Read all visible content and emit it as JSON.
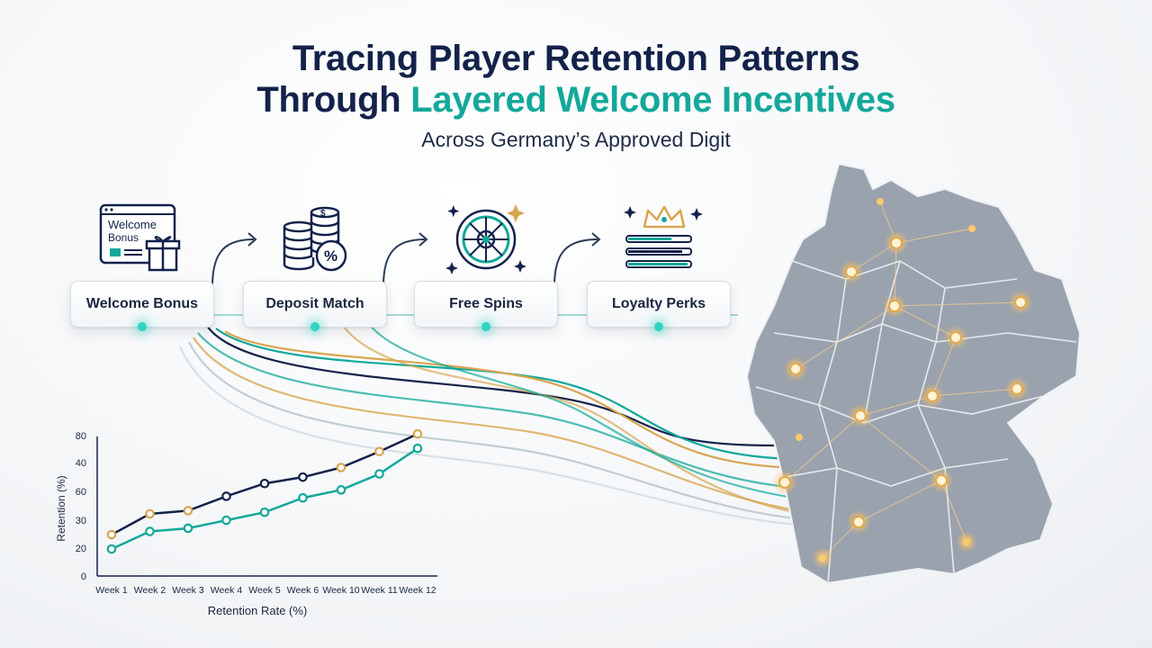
{
  "header": {
    "title_line1": "Tracing Player Retention Patterns",
    "title_line2_prefix": "Through",
    "title_line2_accent": "Layered Welcome Incentives",
    "subtitle": "Across Germany’s Approved Digit"
  },
  "stages": [
    {
      "label": "Welcome Bonus",
      "icon": "welcome-bonus-icon",
      "icon_text_1": "Welcome",
      "icon_text_2": "Bonus"
    },
    {
      "label": "Deposit Match",
      "icon": "coin-stack-icon",
      "icon_text_1": "$",
      "icon_text_2": "%"
    },
    {
      "label": "Free Spins",
      "icon": "roulette-wheel-icon"
    },
    {
      "label": "Loyalty Perks",
      "icon": "crown-progress-icon"
    }
  ],
  "colors": {
    "navy": "#13224a",
    "teal": "#13a89a",
    "gold": "#d9a551",
    "map_fill": "#9aa2ae",
    "glow": "#2fd3c2"
  },
  "chart_data": {
    "type": "line",
    "categories": [
      "Week 1",
      "Week 2",
      "Week 3",
      "Week 4",
      "Week 5",
      "Week 6",
      "Week 10",
      "Week 11",
      "Week 12"
    ],
    "y_ticks": [
      "0",
      "20",
      "30",
      "60",
      "40",
      "80"
    ],
    "ylabel": "Retention (%)",
    "xlabel": "Retention Rate (%)",
    "ylim": [
      0,
      80
    ],
    "grid": false,
    "series": [
      {
        "values": [
          18,
          31,
          33,
          42,
          50,
          54,
          60,
          70,
          81
        ],
        "line_color": "#13224a",
        "marker_color": "#d9a551"
      },
      {
        "values": [
          9,
          20,
          22,
          27,
          32,
          41,
          46,
          56,
          72
        ],
        "line_color": "#13a89a",
        "marker_color": "#13a89a"
      }
    ]
  }
}
